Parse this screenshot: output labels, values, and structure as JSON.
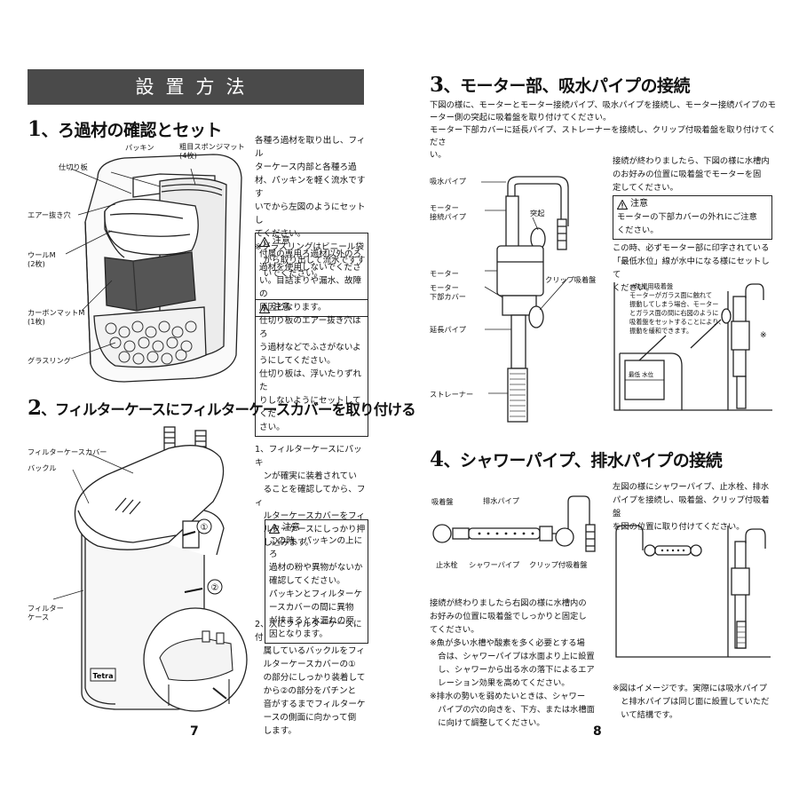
{
  "page7": {
    "banner": "設置方法",
    "s1": {
      "num": "1",
      "title": "ろ過材の確認とセット",
      "labels": {
        "packing": "パッキン",
        "sponge": "粗目スポンジマット\n(4枚)",
        "divider": "仕切り板",
        "air_hole": "エアー抜き穴",
        "wool": "ウールM\n(2枚)",
        "carbon": "カーボンマットM\n(1枚)",
        "glass_ring": "グラスリング"
      },
      "text": "各種ろ過材を取り出し、フィル\nターケース内部と各種ろ過\n材、パッキンを軽く流水ですす\nいでから左図のようにセットし\nてください。\n※グラスリングはビニール袋\n　から取り出して流水ですす\n　いでください。",
      "warn1_title": "注意",
      "warn1_body": "付属の専用ろ過材以外のろ\n過材を使用しないでくださ\nい。目詰まりや漏水、故障の\n原因となります。",
      "warn2_title": "注意",
      "warn2_body": "仕切り板のエアー抜き穴はろ\nう過材などでふさがないよ\nうにしてください。\n仕切り板は、浮いたりずれた\nりしないようにセットしてくだ\nさい。"
    },
    "s2": {
      "num": "2",
      "title": "フィルターケースにフィルターケースカバーを取り付ける",
      "labels": {
        "cover": "フィルターケースカバー",
        "buckle": "バックル",
        "case": "フィルター\nケース",
        "step1": "①",
        "step2": "②",
        "brand": "Tetra"
      },
      "text1": "1、フィルターケースにパッキ\n　ンが確実に装着されてい\n　ることを確認してから、フィ\n　ルターケースカバーをフィ\n　ルターケースにしっかり押\n　し込みます。",
      "warn_title": "注意",
      "warn_body": "この時、パッキンの上にろ\n過材の粉や異物がないか確認してください。\nパッキンとフィルターケ\nースカバーの間に異物\nが挟まると水漏れの原\n因となります。",
      "text2": "2、次にフィルターケースに付\n　属しているバックルをフィ\n　ルターケースカバーの①\n　の部分にしっかり装着して\n　から②の部分をパチンと\n　音がするまでフィルターケ\n　ースの側面に向かって倒\n　します。"
    },
    "page_number": "7"
  },
  "page8": {
    "s3": {
      "num": "3",
      "title": "モーター部、吸水パイプの接続",
      "intro": "下図の様に、モーターとモーター接続パイプ、吸水パイプを接続し、モーター接続パイプのモ\nーター側の突起に吸着盤を取り付けてください。\nモーター下部カバーに延長パイプ、ストレーナーを接続し、クリップ付吸着盤を取り付けてくださ\nい。",
      "labels": {
        "intake_pipe": "吸水パイプ",
        "motor_pipe": "モーター\n接続パイプ",
        "protrusion": "突起",
        "motor": "モーター",
        "motor_cover": "モーター\n下部カバー",
        "clip_suction": "クリップ吸着盤",
        "ext_pipe": "延長パイプ",
        "strainer": "ストレーナー",
        "min_level": "最低\n水位",
        "mark": "※"
      },
      "text1": "接続が終わりましたら、下図の様に水槽内\nのお好みの位置に吸着盤でモーターを固\n定してください。",
      "warn_title": "注意",
      "warn_body": "モーターの下部カバーの外れにご注意\nください。",
      "text2": "この時、必ずモーター部に印字されている\n「最低水位」線が水中になる様にセットして\nください。",
      "vib_note": "※防振用吸着盤\nモーターがガラス面に触れて\n振動してしまう場合、モーター\nとガラス面の間に右図のように\n吸着盤をセットすることにより、\n振動を緩和できます。"
    },
    "s4": {
      "num": "4",
      "title": "シャワーパイプ、排水パイプの接続",
      "labels": {
        "suction": "吸着盤",
        "drain_pipe": "排水パイプ",
        "stopper": "止水栓",
        "shower_pipe": "シャワーパイプ",
        "clip_suction": "クリップ付吸着盤"
      },
      "text_right": "左図の様にシャワーパイプ、止水栓、排水\nパイプを接続し、吸着盤、クリップ付吸着盤\nを図の位置に取り付けてください。",
      "text_left": "接続が終わりましたら右図の様に水槽内の\nお好みの位置に吸着盤でしっかりと固定し\nてください。\n※魚が多い水槽や酸素を多く必要とする場\n　合は、シャワーパイプは水面より上に設置\n　し、シャワーから出る水の落下によるエア\n　レーション効果を高めてください。\n※排水の勢いを弱めたいときは、シャワー\n　パイプの穴の向きを、下方、または水槽面\n　に向けて調整してください。",
      "note_right": "※図はイメージです。実際には吸水パイプ\n　と排水パイプは同じ面に設置していただ\n　いて結構です。"
    },
    "page_number": "8"
  }
}
